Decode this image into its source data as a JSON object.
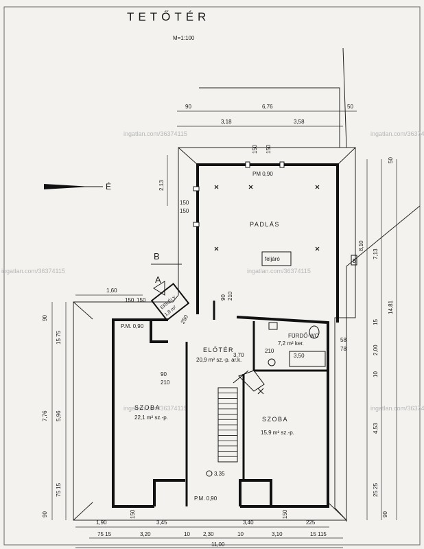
{
  "title": "TETŐTÉR",
  "scale": "M=1:100",
  "north": "É",
  "watermarks": [
    "ingatlan.com/36374115",
    "ingatlan.com/36374115",
    "ingatlan.com/36374115",
    "ingatlan.com/36374115",
    "ingatlan.com/36374115",
    "ingatlan.com/36374115"
  ],
  "markers": {
    "b": "B",
    "a": "A"
  },
  "rooms": {
    "padlas": "PADLÁS",
    "feljaro": "feljáró",
    "erkely": "ERKÉLY",
    "erkely_area": "1,8 m²",
    "eloter": "ELŐTÉR",
    "eloter_area": "20,9 m² sz.-p. ar.k.",
    "furdo": "FÜRDŐ-WC",
    "furdo_area": "7,2 m² ker.",
    "szoba_left": "SZOBA",
    "szoba_left_area": "22,1 m² sz.-p.",
    "szoba_right": "SZOBA",
    "szoba_right_area": "15,9 m² sz.-p.",
    "stair_level": "3,35"
  },
  "windows": {
    "pm_top": "PM 0,90",
    "pm_left": "P.M. 0,90",
    "pm_bottom": "P.M. 0,90"
  },
  "dims_top": {
    "d90": "90",
    "d676": "6,76",
    "d50": "50",
    "d318": "3,18",
    "d358": "3,58",
    "d160": "1,60",
    "d150a": "150",
    "d150b": "150"
  },
  "dims_inner": {
    "v150a": "150",
    "v150b": "150",
    "d213": "2,13",
    "d150c": "150",
    "d150d": "150",
    "d90b": "90",
    "d210a": "210",
    "d90c": "90",
    "d210b": "210",
    "d210c": "210",
    "d250": "250",
    "d370": "3,70",
    "d350": "3,50",
    "d58": "58",
    "d78": "78"
  },
  "dims_right": {
    "d50r": "50",
    "d810": "8,10",
    "d713": "7,13",
    "d1481": "14,81",
    "d15": "15",
    "d200": "2,00",
    "d10": "10",
    "d453": "4,53",
    "d2525": "25 25",
    "d90r": "90"
  },
  "dims_left": {
    "d90l": "90",
    "d1575": "15 75",
    "d776": "7,76",
    "d596": "5,96",
    "d7515": "75 15",
    "d90l2": "90"
  },
  "dims_bottom": {
    "d190": "1,90",
    "d345": "3,45",
    "d340": "3,40",
    "d225": "225",
    "d150e": "150",
    "d150f": "150",
    "d7515b": "75 15",
    "d320": "3,20",
    "d10a": "10",
    "d230": "2,30",
    "d10b": "10",
    "d310": "3,10",
    "d15115": "15 115",
    "d1100": "11,00"
  }
}
